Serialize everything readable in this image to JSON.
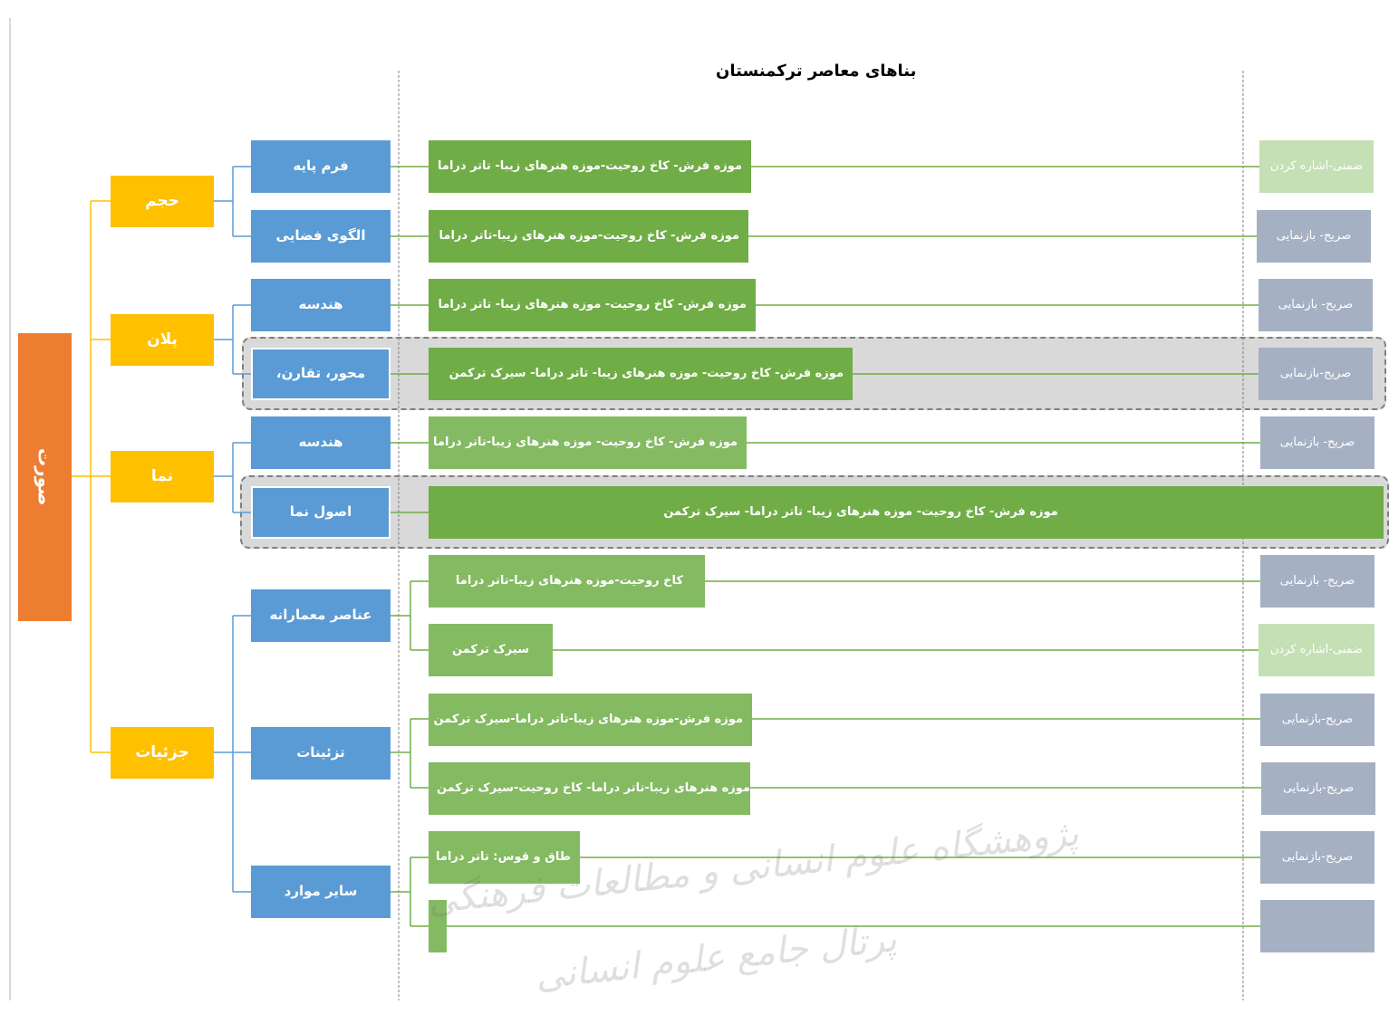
{
  "title": "بناهای معاصر ترکمنستان",
  "root": {
    "label": "صورت"
  },
  "categories": [
    {
      "label": "حجم"
    },
    {
      "label": "پلان"
    },
    {
      "label": "نما"
    },
    {
      "label": "جزئیات"
    }
  ],
  "subcategories": [
    {
      "label": "فرم پایه"
    },
    {
      "label": "الگوی فضایی"
    },
    {
      "label": "هندسه"
    },
    {
      "label": "محور، تقارن،"
    },
    {
      "label": "هندسه"
    },
    {
      "label": "اصول نما"
    },
    {
      "label": "عناصر معمارانه"
    },
    {
      "label": "تزئینات"
    },
    {
      "label": "سایر موارد"
    }
  ],
  "buildings": [
    {
      "label": "موزه فرش- کاخ روحیت-موزه هنرهای زیبا- تاتر دراما"
    },
    {
      "label": "موزه فرش- کاخ روحیت-موزه هنرهای زیبا-تاتر دراما"
    },
    {
      "label": "موزه فرش- کاخ روحیت- موزه هنرهای زیبا- تاتر دراما"
    },
    {
      "label": "موزه فرش- کاخ روحیت- موزه هنرهای زیبا- تاتر دراما- سیرک ترکمن"
    },
    {
      "label": "موزه فرش- کاخ روحیت- موزه هنرهای زیبا-تاتر دراما"
    },
    {
      "label": "موزه فرش- کاخ روحیت- موزه هنرهای زیبا- تاتر دراما- سیرک ترکمن"
    },
    {
      "label": "کاخ روحیت-موزه هنرهای زیبا-تاتر دراما"
    },
    {
      "label": "سیرک ترکمن"
    },
    {
      "label": "موزه فرش-موزه هنرهای زیبا-تاتر دراما-سیرک ترکمن"
    },
    {
      "label": "موزه هنرهای زیبا-تاتر دراما- کاخ روحیت-سیرک ترکمن"
    },
    {
      "label": "طاق و قوس: تاتر دراما"
    },
    {
      "label": ""
    }
  ],
  "methods": [
    {
      "label": "ضمنی-اشاره کردن"
    },
    {
      "label": "صریح- بازنمایی"
    },
    {
      "label": "صریح- بازنمایی"
    },
    {
      "label": "صریح-بازنمایی"
    },
    {
      "label": "صریح- بازنمایی"
    },
    {
      "label": "صریح- بازنمایی"
    },
    {
      "label": "ضمنی-اشاره کردن"
    },
    {
      "label": "صریح-بازنمایی"
    },
    {
      "label": "صریح-بازنمایی"
    },
    {
      "label": "صریح-بازنمایی"
    },
    {
      "label": ""
    }
  ],
  "watermark": {
    "line1": "پژوهشگاه علوم انسانی و مطالعات فرهنگی",
    "line2": "پرتال جامع علوم انسانی"
  },
  "colors": {
    "root": "#ed7d31",
    "category": "#ffc000",
    "subcategory": "#5b9bd5",
    "building": "#70ad47",
    "method_explicit": "#a5b0c3",
    "method_implicit": "#c5e0b4",
    "highlight": "#d9d9d9"
  }
}
